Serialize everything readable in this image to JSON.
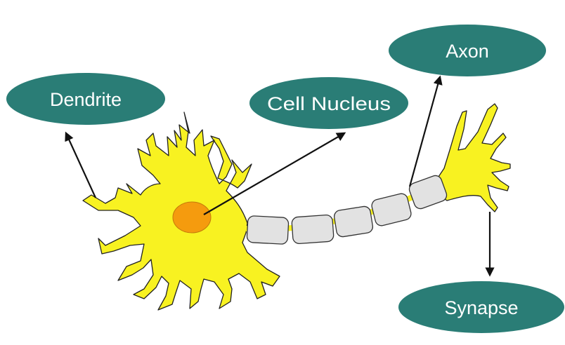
{
  "labels": {
    "dendrite": "Dendrite",
    "cell_nucleus": "Cell Nucleus",
    "axon": "Axon",
    "synapse": "Synapse"
  },
  "colors": {
    "label_bubble": "#2a7d76",
    "label_text": "#ffffff",
    "cell_body": "#f8f221",
    "outline": "#222222",
    "nucleus": "#f59b0e",
    "myelin": "#e2e2e2",
    "arrow": "#111111"
  }
}
